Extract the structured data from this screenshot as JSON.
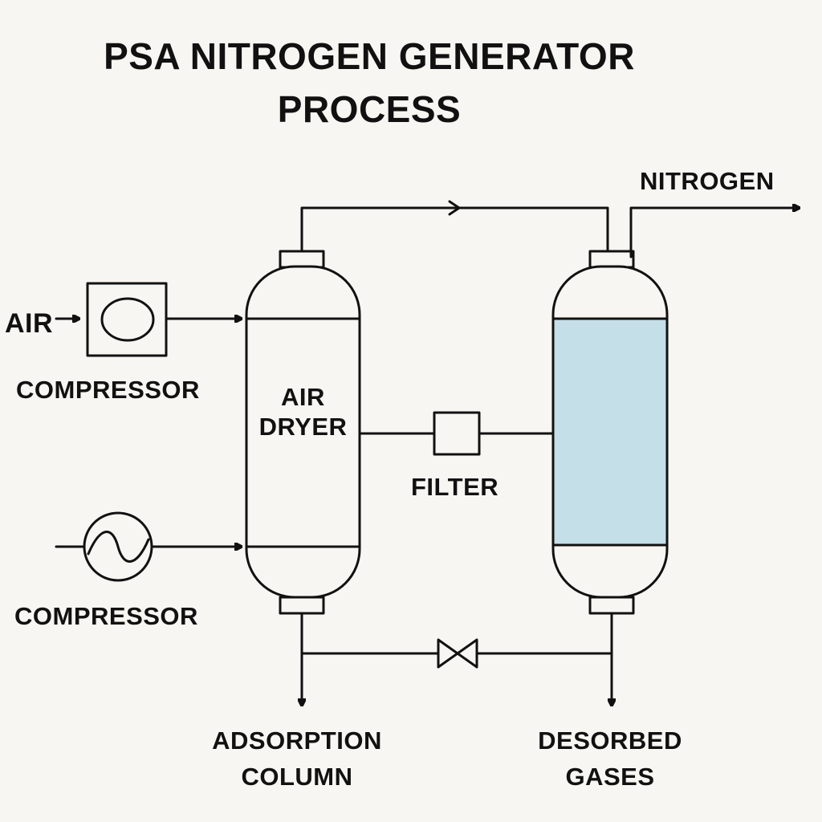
{
  "title": {
    "line1": "PSA NITROGEN GENERATOR",
    "line2": "PROCESS"
  },
  "labels": {
    "air": "AIR",
    "compressor_top": "COMPRESSOR",
    "compressor_bottom": "COMPRESSOR",
    "air_dryer_line1": "AIR",
    "air_dryer_line2": "DRYER",
    "filter": "FILTER",
    "nitrogen": "NITROGEN",
    "adsorption_line1": "ADSORPTION",
    "adsorption_line2": "COLUMN",
    "desorbed_line1": "DESORBED",
    "desorbed_line2": "GASES"
  },
  "colors": {
    "adsorbent_fill": "#c5dfe8",
    "line": "#111111",
    "background": "#f8f6f2"
  }
}
